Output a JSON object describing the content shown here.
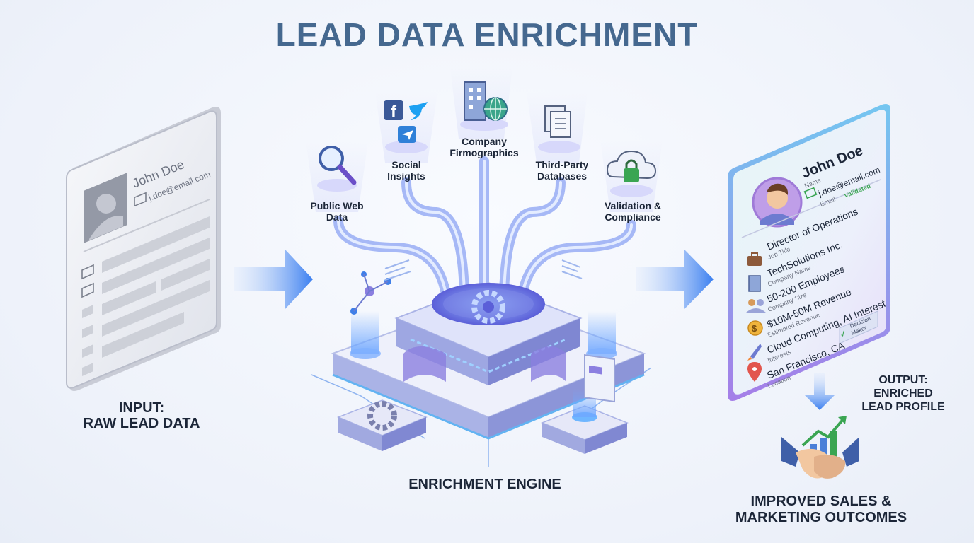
{
  "title": "LEAD DATA ENRICHMENT",
  "input": {
    "label_line1": "INPUT:",
    "label_line2": "RAW LEAD DATA",
    "card_name": "John Doe",
    "card_email": "j.doe@email.com"
  },
  "sources": [
    {
      "line1": "Public Web",
      "line2": "Data",
      "icon": "magnifier-icon"
    },
    {
      "line1": "Social",
      "line2": "Insights",
      "icon": "social-media-icon"
    },
    {
      "line1": "Company",
      "line2": "Firmographics",
      "icon": "building-globe-icon"
    },
    {
      "line1": "Third-Party",
      "line2": "Databases",
      "icon": "documents-icon"
    },
    {
      "line1": "Validation &",
      "line2": "Compliance",
      "icon": "cloud-lock-icon"
    }
  ],
  "engine": {
    "label": "ENRICHMENT ENGINE"
  },
  "output": {
    "label_line1": "OUTPUT:",
    "label_line2": "ENRICHED",
    "label_line3": "LEAD PROFILE",
    "name": "John Doe",
    "name_caption": "Name",
    "email": "j.doe@email.com",
    "email_caption": "Email",
    "email_status": "Validated",
    "fields": [
      {
        "value": "Director of Operations",
        "caption": "Job Title",
        "icon": "briefcase-icon"
      },
      {
        "value": "TechSolutions Inc.",
        "caption": "Company Name",
        "icon": "building-icon"
      },
      {
        "value": "50-200 Employees",
        "caption": "Company Size",
        "icon": "people-icon"
      },
      {
        "value": "$10M-50M Revenue",
        "caption": "Estimated Revenue",
        "icon": "dollar-icon"
      },
      {
        "value": "Cloud Computing, AI Interest",
        "caption": "Interests",
        "icon": "rocket-icon"
      },
      {
        "value": "San Francisco, CA",
        "caption": "Location",
        "icon": "location-pin-icon"
      }
    ],
    "badge_line1": "Decision",
    "badge_line2": "Maker"
  },
  "outcome": {
    "line1": "IMPROVED SALES &",
    "line2": "MARKETING OUTCOMES"
  },
  "colors": {
    "title": "#45688f",
    "arrow": "#4d8df0",
    "engine_purple": "#8b7fe0",
    "accent_blue": "#3f7fe8",
    "green": "#3aa552"
  }
}
